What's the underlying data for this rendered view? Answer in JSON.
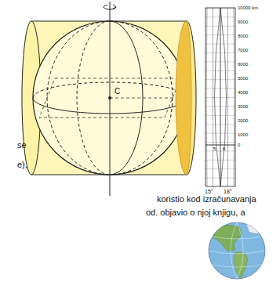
{
  "diagram": {
    "labels": [
      "se",
      "e),",
      "koristio kod izračunavanja",
      "od. objavio o njoj knjigu, a",
      "C",
      "10000 km",
      "9000",
      "8000",
      "7000",
      "6000",
      "5000",
      "4000",
      "3000",
      "2000",
      "1000",
      "0",
      "5",
      "6",
      "15°",
      "18°"
    ]
  }
}
